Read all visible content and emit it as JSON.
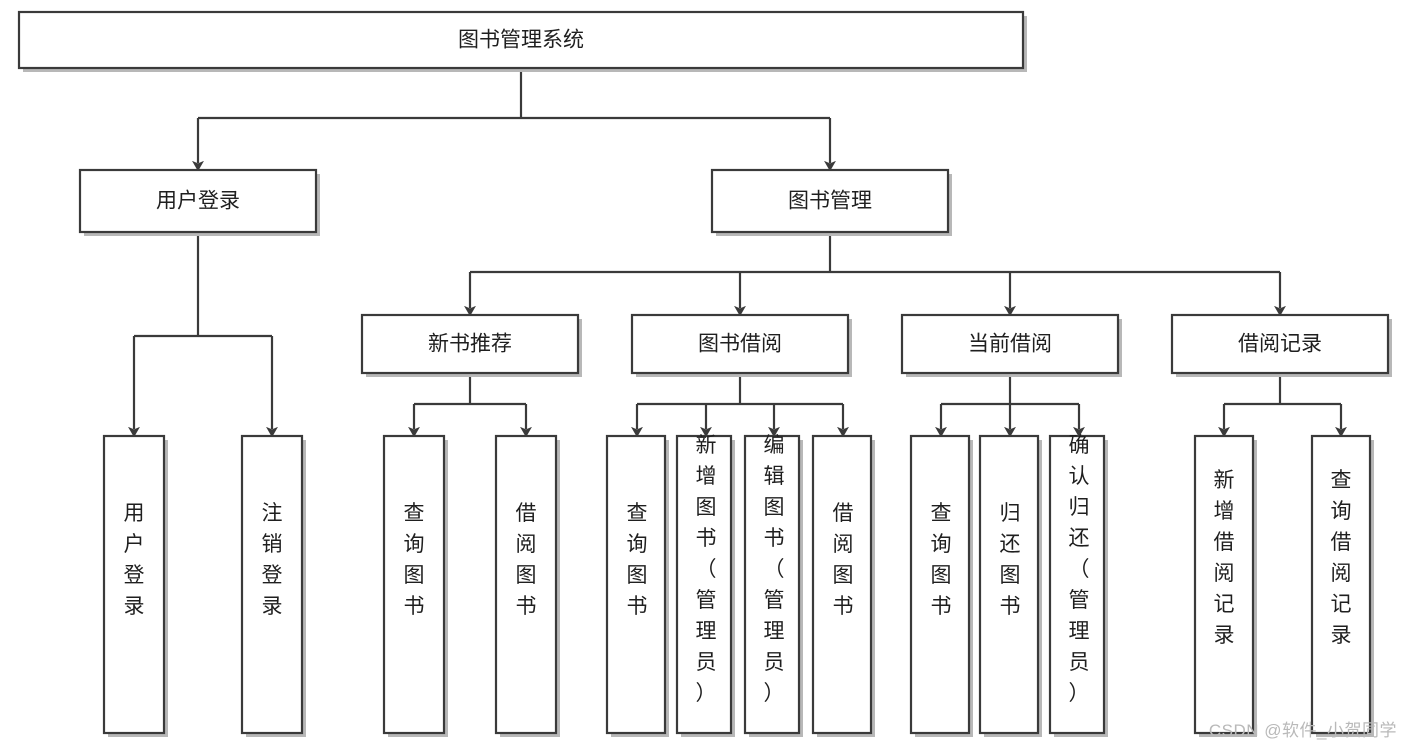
{
  "diagram": {
    "type": "tree-hierarchy-flowchart",
    "title": "图书管理系统",
    "watermark": "CSDN @软件_小贺同学",
    "colors": {
      "background": "#ffffff",
      "box_fill": "#ffffff",
      "box_stroke": "#3a3a3a",
      "connector": "#3a3a3a",
      "text": "#1f1f1f",
      "watermark": "#b9b9b9"
    },
    "levels": [
      {
        "level": 1,
        "nodes": [
          {
            "id": "root",
            "label": "图书管理系统",
            "orientation": "horizontal"
          }
        ]
      },
      {
        "level": 2,
        "nodes": [
          {
            "id": "login",
            "label": "用户登录",
            "orientation": "horizontal",
            "parent": "root"
          },
          {
            "id": "bookmgmt",
            "label": "图书管理",
            "orientation": "horizontal",
            "parent": "root"
          }
        ]
      },
      {
        "level": 3,
        "nodes": [
          {
            "id": "newbook",
            "label": "新书推荐",
            "orientation": "horizontal",
            "parent": "bookmgmt"
          },
          {
            "id": "borrow",
            "label": "图书借阅",
            "orientation": "horizontal",
            "parent": "bookmgmt"
          },
          {
            "id": "current",
            "label": "当前借阅",
            "orientation": "horizontal",
            "parent": "bookmgmt"
          },
          {
            "id": "records",
            "label": "借阅记录",
            "orientation": "horizontal",
            "parent": "bookmgmt"
          }
        ]
      },
      {
        "level": 4,
        "nodes": [
          {
            "id": "leaf1",
            "label": "用户登录",
            "orientation": "vertical",
            "parent": "login"
          },
          {
            "id": "leaf2",
            "label": "注销登录",
            "orientation": "vertical",
            "parent": "login"
          },
          {
            "id": "leaf3",
            "label": "查询图书",
            "orientation": "vertical",
            "parent": "newbook"
          },
          {
            "id": "leaf4",
            "label": "借阅图书",
            "orientation": "vertical",
            "parent": "newbook"
          },
          {
            "id": "leaf5",
            "label": "查询图书",
            "orientation": "vertical",
            "parent": "borrow"
          },
          {
            "id": "leaf6",
            "label": "新增图书（管理员）",
            "orientation": "vertical",
            "parent": "borrow"
          },
          {
            "id": "leaf7",
            "label": "编辑图书（管理员）",
            "orientation": "vertical",
            "parent": "borrow"
          },
          {
            "id": "leaf8",
            "label": "借阅图书",
            "orientation": "vertical",
            "parent": "borrow"
          },
          {
            "id": "leaf9",
            "label": "查询图书",
            "orientation": "vertical",
            "parent": "current"
          },
          {
            "id": "leaf10",
            "label": "归还图书",
            "orientation": "vertical",
            "parent": "current"
          },
          {
            "id": "leaf11",
            "label": "确认归还（管理员）",
            "orientation": "vertical",
            "parent": "current"
          },
          {
            "id": "leaf12",
            "label": "新增借阅记录",
            "orientation": "vertical",
            "parent": "records"
          },
          {
            "id": "leaf13",
            "label": "查询借阅记录",
            "orientation": "vertical",
            "parent": "records"
          }
        ]
      }
    ]
  }
}
